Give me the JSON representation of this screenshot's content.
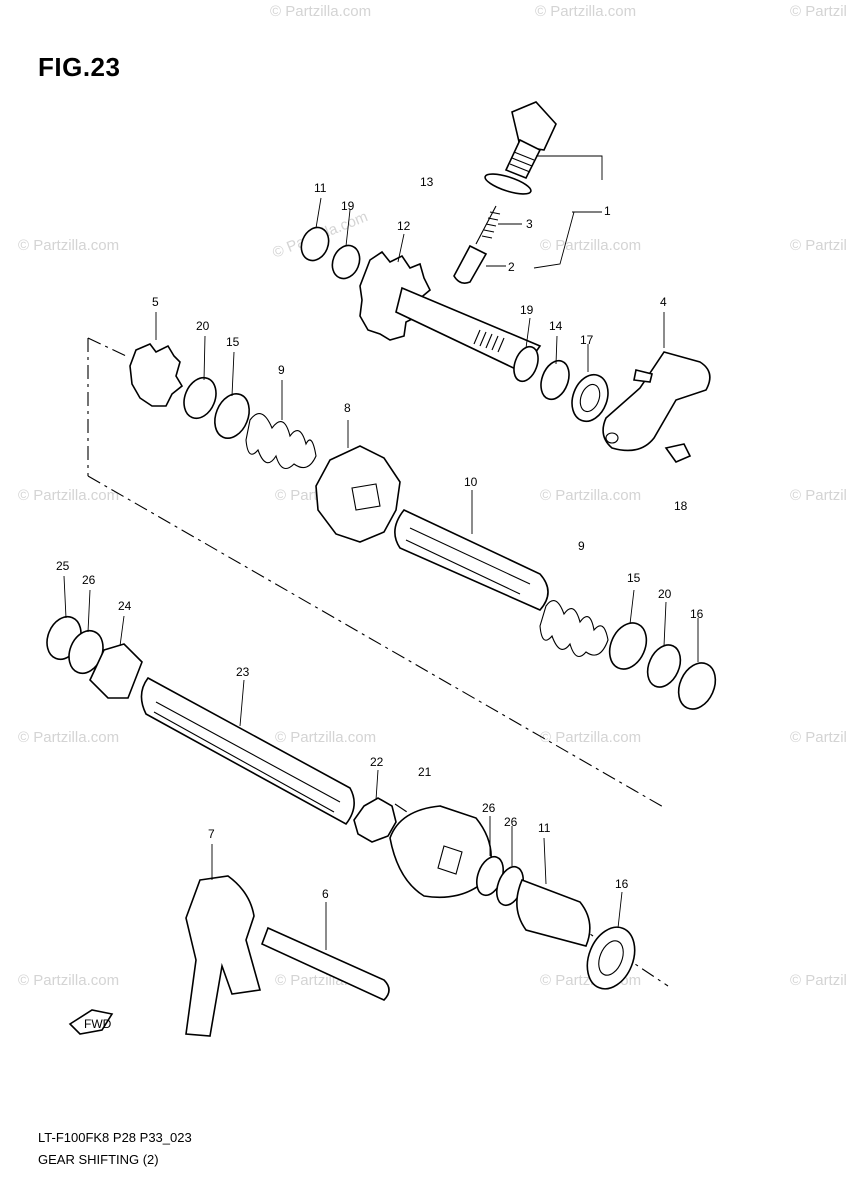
{
  "figure": {
    "title": "FIG.23",
    "model_code": "LT-F100FK8 P28 P33_023",
    "caption": "GEAR SHIFTING (2)"
  },
  "watermark": {
    "text": "© Partzilla.com"
  },
  "callouts": [
    {
      "id": "c1",
      "label": "1"
    },
    {
      "id": "c2",
      "label": "2"
    },
    {
      "id": "c3",
      "label": "3"
    },
    {
      "id": "c4",
      "label": "4"
    },
    {
      "id": "c5",
      "label": "5"
    },
    {
      "id": "c6",
      "label": "6"
    },
    {
      "id": "c7",
      "label": "7"
    },
    {
      "id": "c8",
      "label": "8"
    },
    {
      "id": "c9a",
      "label": "9"
    },
    {
      "id": "c9b",
      "label": "9"
    },
    {
      "id": "c10",
      "label": "10"
    },
    {
      "id": "c11a",
      "label": "11"
    },
    {
      "id": "c11b",
      "label": "11"
    },
    {
      "id": "c12",
      "label": "12"
    },
    {
      "id": "c13",
      "label": "13"
    },
    {
      "id": "c14",
      "label": "14"
    },
    {
      "id": "c15a",
      "label": "15"
    },
    {
      "id": "c15b",
      "label": "15"
    },
    {
      "id": "c16a",
      "label": "16"
    },
    {
      "id": "c16b",
      "label": "16"
    },
    {
      "id": "c17",
      "label": "17"
    },
    {
      "id": "c18",
      "label": "18"
    },
    {
      "id": "c19a",
      "label": "19"
    },
    {
      "id": "c19b",
      "label": "19"
    },
    {
      "id": "c20a",
      "label": "20"
    },
    {
      "id": "c20b",
      "label": "20"
    },
    {
      "id": "c21",
      "label": "21"
    },
    {
      "id": "c22",
      "label": "22"
    },
    {
      "id": "c23",
      "label": "23"
    },
    {
      "id": "c24",
      "label": "24"
    },
    {
      "id": "c25",
      "label": "25"
    },
    {
      "id": "c26a",
      "label": "26"
    },
    {
      "id": "c26b",
      "label": "26"
    },
    {
      "id": "c26c",
      "label": "26"
    }
  ],
  "fwd_marker": {
    "text": "FWD"
  }
}
